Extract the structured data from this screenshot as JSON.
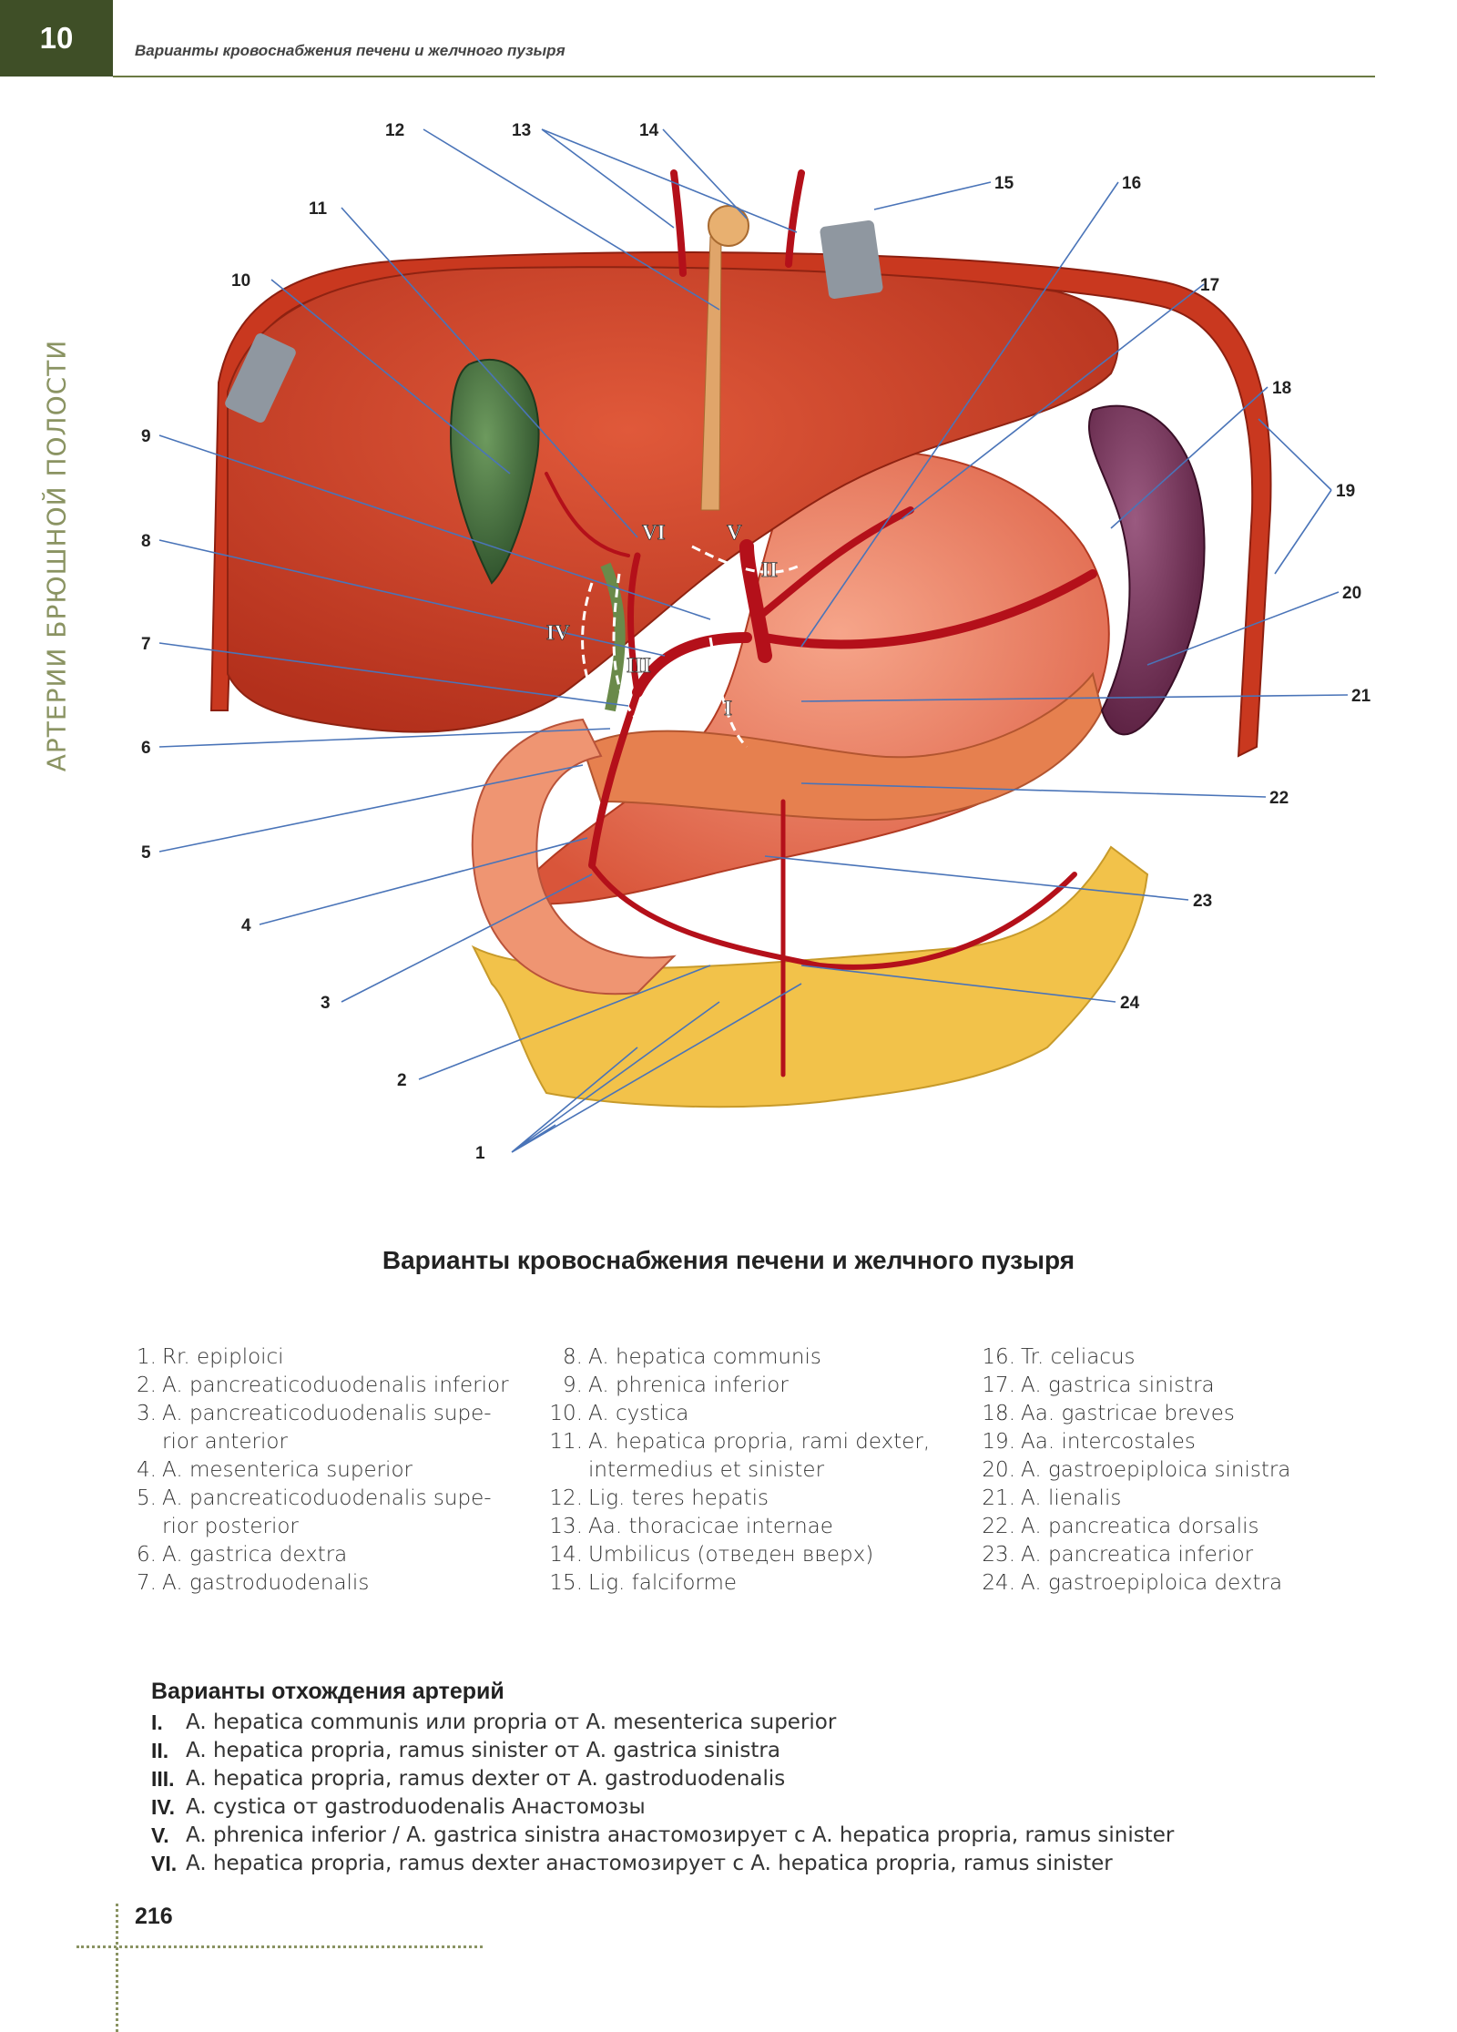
{
  "header": {
    "chapter_number": "10",
    "running_title": "Варианты кровоснабжения печени и желчного пузыря",
    "side_title": "АРТЕРИИ БРЮШНОЙ ПОЛОСТИ"
  },
  "figure": {
    "callout_numbers": [
      "1",
      "2",
      "3",
      "4",
      "5",
      "6",
      "7",
      "8",
      "9",
      "10",
      "11",
      "12",
      "13",
      "14",
      "15",
      "16",
      "17",
      "18",
      "19",
      "20",
      "21",
      "22",
      "23",
      "24"
    ],
    "variant_marks": [
      "I",
      "II",
      "III",
      "IV",
      "V",
      "VI"
    ]
  },
  "caption": "Варианты кровоснабжения печени и желчного пузыря",
  "legend": {
    "column1": [
      {
        "num": "1.",
        "text": "Rr. epiploici"
      },
      {
        "num": "2.",
        "text": "A. pancreaticoduodenalis inferior"
      },
      {
        "num": "3.",
        "text": "A. pancreaticoduodenalis supe-"
      },
      {
        "num": "",
        "text": "rior anterior"
      },
      {
        "num": "4.",
        "text": "A. mesenterica superior"
      },
      {
        "num": "5.",
        "text": "A. pancreaticoduodenalis supe-"
      },
      {
        "num": "",
        "text": "rior posterior"
      },
      {
        "num": "6.",
        "text": "A. gastrica dextra"
      },
      {
        "num": "7.",
        "text": "A. gastroduodenalis"
      }
    ],
    "column2": [
      {
        "num": "8.",
        "text": "A. hepatica communis"
      },
      {
        "num": "9.",
        "text": "A. phrenica inferior"
      },
      {
        "num": "10.",
        "text": "A. cystica"
      },
      {
        "num": "11.",
        "text": "A. hepatica propria, rami dexter,"
      },
      {
        "num": "",
        "text": "intermedius et sinister"
      },
      {
        "num": "12.",
        "text": "Lig. teres hepatis"
      },
      {
        "num": "13.",
        "text": "Aa. thoracicae internae"
      },
      {
        "num": "14.",
        "text": "Umbilicus (отведен вверх)"
      },
      {
        "num": "15.",
        "text": "Lig. falciforme"
      }
    ],
    "column3": [
      {
        "num": "16.",
        "text": "Tr. celiacus"
      },
      {
        "num": "17.",
        "text": "A. gastrica sinistra"
      },
      {
        "num": "18.",
        "text": "Aa. gastricae breves"
      },
      {
        "num": "19.",
        "text": "Aa. intercostales"
      },
      {
        "num": "20.",
        "text": "A. gastroepiploica sinistra"
      },
      {
        "num": "21.",
        "text": "A. lienalis"
      },
      {
        "num": "22.",
        "text": "A. pancreatica dorsalis"
      },
      {
        "num": "23.",
        "text": "A. pancreatica inferior"
      },
      {
        "num": "24.",
        "text": "A. gastroepiploica dextra"
      }
    ]
  },
  "variants": {
    "heading": "Варианты отхождения артерий",
    "items": [
      {
        "roman": "I.",
        "text": "A. hepatica communis или propria от A. mesenterica superior"
      },
      {
        "roman": "II.",
        "text": "A. hepatica propria, ramus sinister от A. gastrica sinistra"
      },
      {
        "roman": "III.",
        "text": "A. hepatica propria, ramus dexter от A. gastroduodenalis"
      },
      {
        "roman": "IV.",
        "text": "A. cystica от gastroduodenalis Анастомозы"
      },
      {
        "roman": "V.",
        "text": "A. phrenica inferior / A. gastrica sinistra анастомозирует с A. hepatica propria, ramus sinister"
      },
      {
        "roman": "VI.",
        "text": "A. hepatica propria, ramus dexter анастомозирует с A. hepatica propria, ramus sinister"
      }
    ]
  },
  "page_number": "216",
  "colors": {
    "chapter_box": "#3f4f27",
    "liver": "#c63b22",
    "gallbladder": "#3f6a3a",
    "spleen": "#6e2f52",
    "stomach": "#e46a4a",
    "omentum_fat": "#f2c24a",
    "artery": "#b4101a",
    "leader_line": "#4a74b8"
  }
}
